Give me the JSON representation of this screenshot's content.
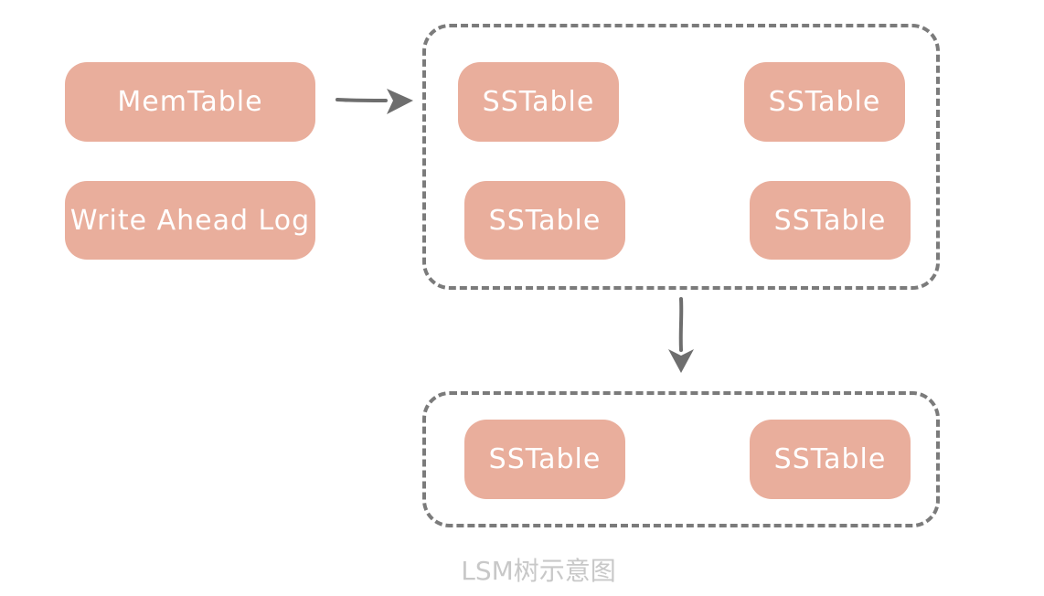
{
  "left": {
    "memtable": "MemTable",
    "wal": "Write Ahead Log"
  },
  "group_top": {
    "items": [
      "SSTable",
      "SSTable",
      "SSTable",
      "SSTable"
    ]
  },
  "group_bottom": {
    "items": [
      "SSTable",
      "SSTable"
    ]
  },
  "caption": "LSM树示意图",
  "colors": {
    "box_fill": "#e9ae9c",
    "box_text": "#ffffff",
    "dash_border": "#7b7b7b",
    "arrow": "#6e6e6e",
    "caption": "#c8c8c8"
  }
}
